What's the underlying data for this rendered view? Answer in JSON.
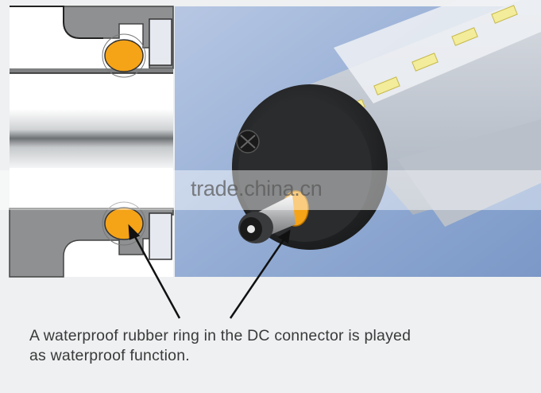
{
  "watermark": {
    "text": "trade.china.cn"
  },
  "caption": {
    "line1": "A waterproof rubber ring in the DC connector is played",
    "line2": "as waterproof function."
  },
  "colors": {
    "seal_ring": "#f5a317",
    "background": "#eef0f1",
    "product_panel": "#8aa6d2"
  }
}
